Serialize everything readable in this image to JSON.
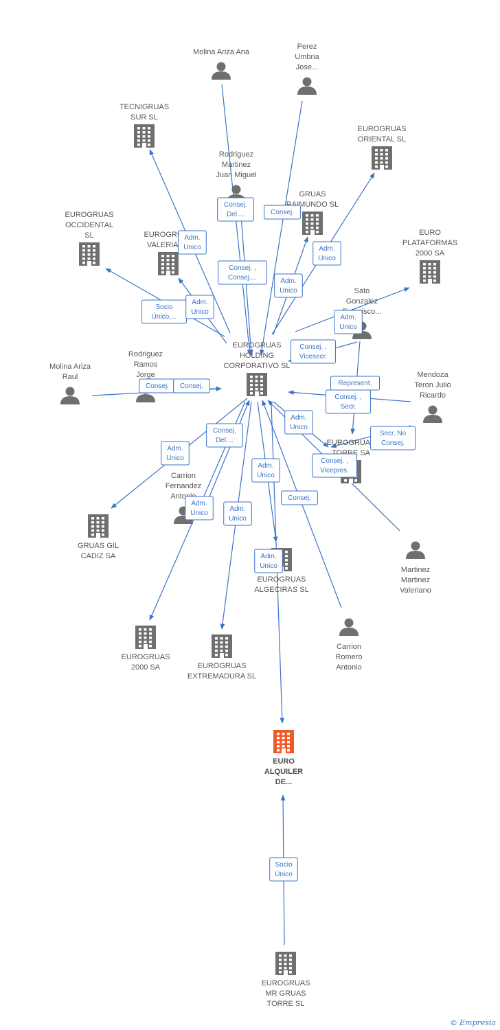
{
  "nodes": [
    {
      "id": "holding",
      "kind": "company",
      "label": [
        "EUROGRUAS",
        "HOLDING",
        "CORPORATIVO SL"
      ]
    },
    {
      "id": "focus",
      "kind": "company",
      "focus": true,
      "label": [
        "EURO",
        "ALQUILER",
        "DE..."
      ]
    },
    {
      "id": "mrgruas",
      "kind": "company",
      "label": [
        "EUROGRUAS",
        "MR GRUAS",
        "TORRE  SL"
      ]
    },
    {
      "id": "molina_ana",
      "kind": "person",
      "label": [
        "Molina Ariza Ana"
      ]
    },
    {
      "id": "perez",
      "kind": "person",
      "label": [
        "Perez",
        "Umbria",
        "Jose..."
      ]
    },
    {
      "id": "tecnigruas",
      "kind": "company",
      "label": [
        "TECNIGRUAS",
        "SUR SL"
      ]
    },
    {
      "id": "oriental",
      "kind": "company",
      "label": [
        "EUROGRUAS",
        "ORIENTAL  SL"
      ]
    },
    {
      "id": "rodriguez_jm",
      "kind": "person",
      "label": [
        "Rodriguez",
        "Martinez",
        "Juan Miguel"
      ]
    },
    {
      "id": "raimundo",
      "kind": "company",
      "label": [
        "GRUAS",
        "RAIMUNDO SL"
      ]
    },
    {
      "id": "occidental",
      "kind": "company",
      "label": [
        "EUROGRUAS",
        "OCCIDENTAL",
        "SL"
      ]
    },
    {
      "id": "valeriano_co",
      "kind": "company",
      "label": [
        "EUROGRUAS",
        "VALERIANO"
      ]
    },
    {
      "id": "plataformas",
      "kind": "company",
      "label": [
        "EURO",
        "PLATAFORMAS",
        "2000 SA"
      ]
    },
    {
      "id": "sato",
      "kind": "person",
      "label": [
        "Sato",
        "Gonzalez",
        "Francisco..."
      ]
    },
    {
      "id": "molina_raul",
      "kind": "person",
      "label": [
        "Molina Ariza",
        "Raul"
      ]
    },
    {
      "id": "rodriguez_rj",
      "kind": "person",
      "label": [
        "Rodriguez",
        "Ramos",
        "Jorge"
      ]
    },
    {
      "id": "mendoza",
      "kind": "person",
      "label": [
        "Mendoza",
        "Teron Julio",
        "Ricardo"
      ]
    },
    {
      "id": "torre",
      "kind": "company",
      "label": [
        "EUROGRUAS",
        "TORRE SA"
      ]
    },
    {
      "id": "carrion_fa",
      "kind": "person",
      "label": [
        "Carrion",
        "Fernandez",
        "Antonio"
      ]
    },
    {
      "id": "cadiz",
      "kind": "company",
      "label": [
        "GRUAS GIL",
        "CADIZ SA"
      ]
    },
    {
      "id": "martinez_v",
      "kind": "person",
      "label": [
        "Martinez",
        "Martinez",
        "Valeriano"
      ]
    },
    {
      "id": "algeciras",
      "kind": "company",
      "label": [
        "EUROGRUAS",
        "ALGECIRAS SL"
      ]
    },
    {
      "id": "e2000",
      "kind": "company",
      "label": [
        "EUROGRUAS",
        "2000 SA"
      ]
    },
    {
      "id": "extremadura",
      "kind": "company",
      "label": [
        "EUROGRUAS",
        "EXTREMADURA SL"
      ]
    },
    {
      "id": "carrion_ra",
      "kind": "person",
      "label": [
        "Carrion",
        "Romero",
        "Antonio"
      ]
    }
  ],
  "edges": [
    {
      "from": "molina_ana",
      "to": "holding",
      "label": [
        "Consej.",
        "Del...."
      ]
    },
    {
      "from": "perez",
      "to": "holding",
      "label": [
        "Consej."
      ]
    },
    {
      "from": "holding",
      "to": "tecnigruas",
      "label": [
        "Adm.",
        "Unico"
      ]
    },
    {
      "from": "holding",
      "to": "oriental",
      "label": [
        "Adm.",
        "Unico"
      ]
    },
    {
      "from": "rodriguez_jm",
      "to": "holding",
      "label": [
        "Consej. ,",
        "Consej...."
      ]
    },
    {
      "from": "holding",
      "to": "raimundo",
      "label": [
        "Adm.",
        "Unico"
      ]
    },
    {
      "from": "holding",
      "to": "occidental",
      "label": [
        "Socio",
        "Único,..."
      ]
    },
    {
      "from": "holding",
      "to": "valeriano_co",
      "label": [
        "Adm.",
        "Unico"
      ]
    },
    {
      "from": "holding",
      "to": "plataformas",
      "label": [
        "Adm.",
        "Unico"
      ]
    },
    {
      "from": "sato",
      "to": "holding",
      "label": [
        "Consej. ,",
        "Vicesecr."
      ]
    },
    {
      "from": "sato",
      "to": "torre",
      "label": [
        "Represent."
      ]
    },
    {
      "from": "molina_raul",
      "to": "holding",
      "label": [
        "Consej."
      ]
    },
    {
      "from": "rodriguez_rj",
      "to": "holding",
      "label": [
        "Consej."
      ]
    },
    {
      "from": "mendoza",
      "to": "holding",
      "label": [
        "Consej. ,",
        "Secr."
      ]
    },
    {
      "from": "holding",
      "to": "torre",
      "label": [
        "Adm.",
        "Unico"
      ]
    },
    {
      "from": "mendoza",
      "to": "torre",
      "label": [
        "Secr.  No",
        "Consej."
      ]
    },
    {
      "from": "martinez_v",
      "to": "holding",
      "label": [
        "Consej. ,",
        "Vicepres."
      ]
    },
    {
      "from": "holding",
      "to": "cadiz",
      "label": [
        "Adm.",
        "Unico"
      ]
    },
    {
      "from": "carrion_fa",
      "to": "holding",
      "label": [
        "Consej.",
        "Del...."
      ]
    },
    {
      "from": "holding",
      "to": "algeciras",
      "label": [
        "Adm.",
        "Unico"
      ]
    },
    {
      "from": "holding",
      "to": "e2000",
      "label": [
        "Adm.",
        "Unico"
      ]
    },
    {
      "from": "holding",
      "to": "extremadura",
      "label": [
        "Adm.",
        "Unico"
      ]
    },
    {
      "from": "carrion_ra",
      "to": "holding",
      "label": [
        "Consej."
      ]
    },
    {
      "from": "holding",
      "to": "focus",
      "label": [
        "Adm.",
        "Unico"
      ]
    },
    {
      "from": "mrgruas",
      "to": "focus",
      "label": [
        "Socio",
        "Único"
      ]
    }
  ],
  "colors": {
    "edge": "#3a73c8",
    "node": "#6f6f6f",
    "focus": "#f05a28",
    "label": "#555555",
    "box_bg": "#ffffff"
  },
  "brand": {
    "symbol": "©",
    "name": "Empresia"
  }
}
